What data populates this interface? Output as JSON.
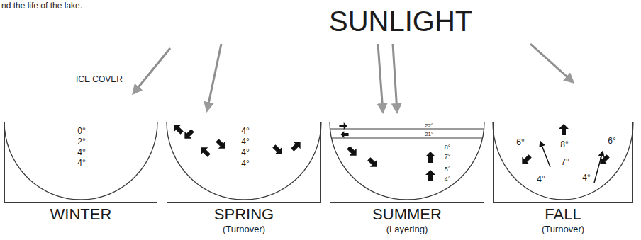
{
  "diagram": {
    "title": "SUNLIGHT",
    "nodes": [
      {
        "text": [
          "WINTER",
          "0°",
          "2°",
          "4°",
          "4°"
        ]
      },
      {
        "text": [
          "SPRING",
          "(Turnover)",
          "4°",
          "4°",
          "4°",
          "4°"
        ]
      },
      {
        "text": [
          "SUMMER",
          "(Layering)",
          "22°",
          "21°",
          "8°",
          "7°",
          "5°",
          "4°"
        ]
      },
      {
        "text": [
          "FALL",
          "(Turnover)",
          "6°",
          "8°",
          "6°",
          "4°",
          "7°",
          "4°"
        ]
      }
    ],
    "labels": [
      "nd the life of the lake.",
      "ICE COVER"
    ]
  }
}
